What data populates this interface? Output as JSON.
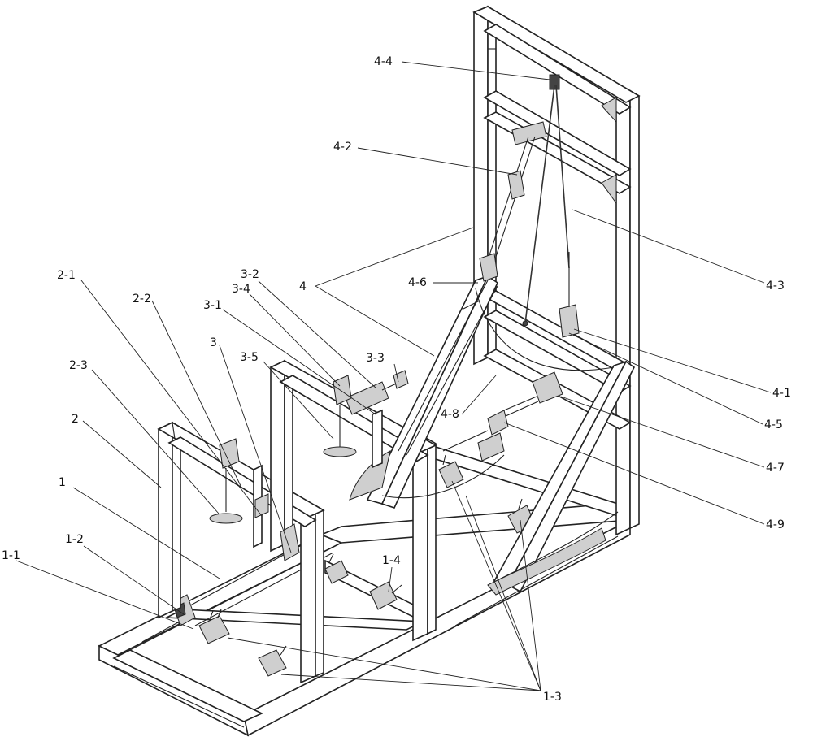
{
  "labels": [
    {
      "id": "4-4",
      "text": "4-4"
    },
    {
      "id": "4-2",
      "text": "4-2"
    },
    {
      "id": "4-3",
      "text": "4-3"
    },
    {
      "id": "4",
      "text": "4"
    },
    {
      "id": "4-6",
      "text": "4-6"
    },
    {
      "id": "2-1",
      "text": "2-1"
    },
    {
      "id": "3-2",
      "text": "3-2"
    },
    {
      "id": "3-4",
      "text": "3-4"
    },
    {
      "id": "2-2",
      "text": "2-2"
    },
    {
      "id": "3-1",
      "text": "3-1"
    },
    {
      "id": "2-3",
      "text": "2-3"
    },
    {
      "id": "3",
      "text": "3"
    },
    {
      "id": "3-5",
      "text": "3-5"
    },
    {
      "id": "3-3",
      "text": "3-3"
    },
    {
      "id": "4-1",
      "text": "4-1"
    },
    {
      "id": "4-8",
      "text": "4-8"
    },
    {
      "id": "4-5",
      "text": "4-5"
    },
    {
      "id": "2",
      "text": "2"
    },
    {
      "id": "4-7",
      "text": "4-7"
    },
    {
      "id": "1",
      "text": "1"
    },
    {
      "id": "4-9",
      "text": "4-9"
    },
    {
      "id": "1-2",
      "text": "1-2"
    },
    {
      "id": "1-1",
      "text": "1-1"
    },
    {
      "id": "1-4",
      "text": "1-4"
    },
    {
      "id": "1-3",
      "text": "1-3"
    }
  ]
}
